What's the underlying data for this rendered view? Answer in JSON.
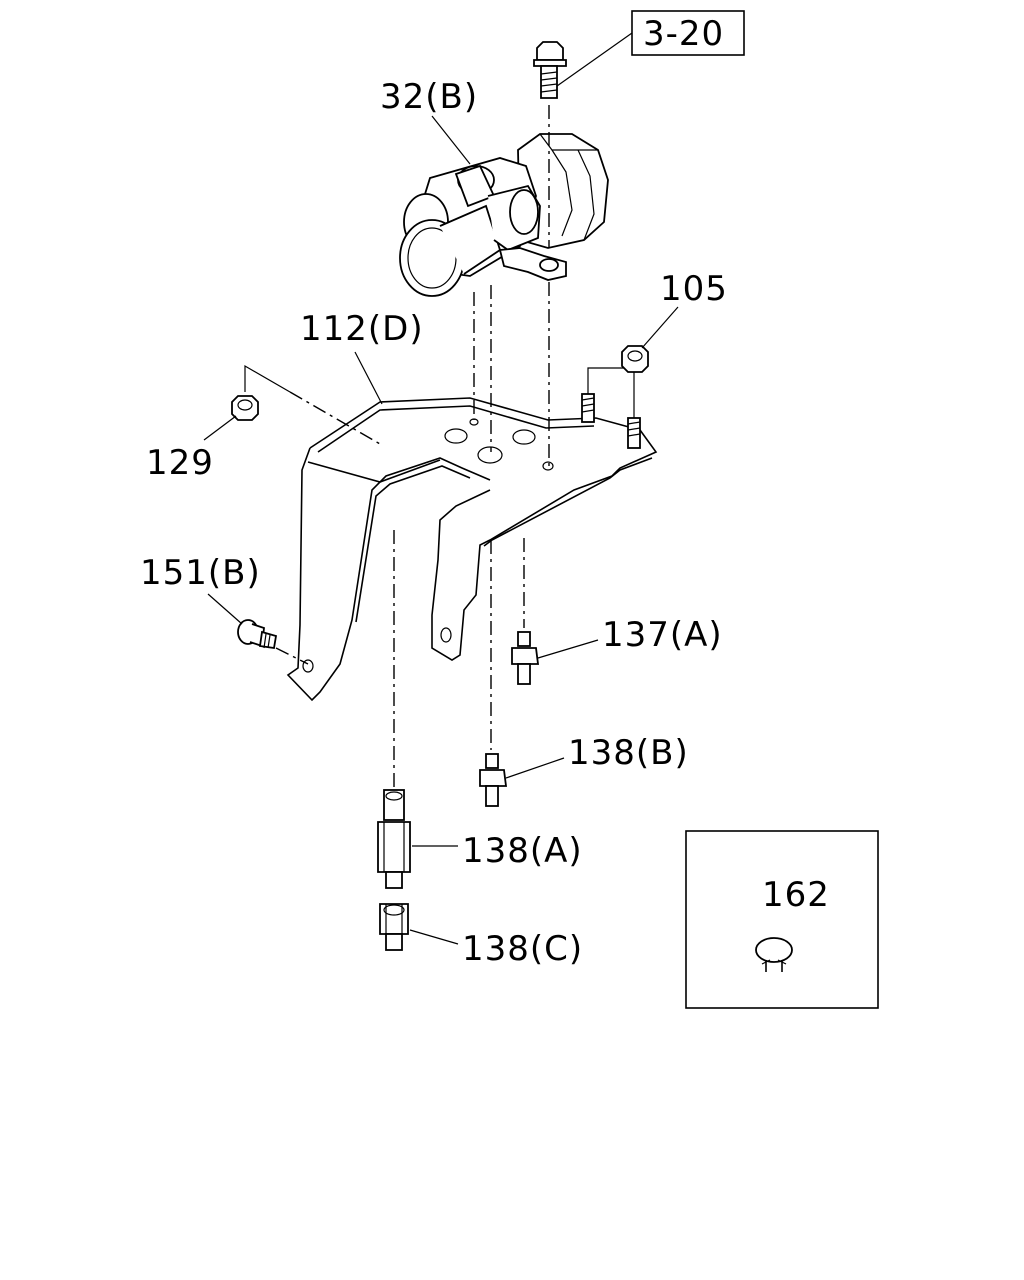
{
  "labels": {
    "ref_3_20": "3-20",
    "p32b": "32(B)",
    "p105": "105",
    "p112d": "112(D)",
    "p129": "129",
    "p151b": "151(B)",
    "p137a": "137(A)",
    "p138b": "138(B)",
    "p138a": "138(A)",
    "p138c": "138(C)",
    "p162": "162"
  }
}
